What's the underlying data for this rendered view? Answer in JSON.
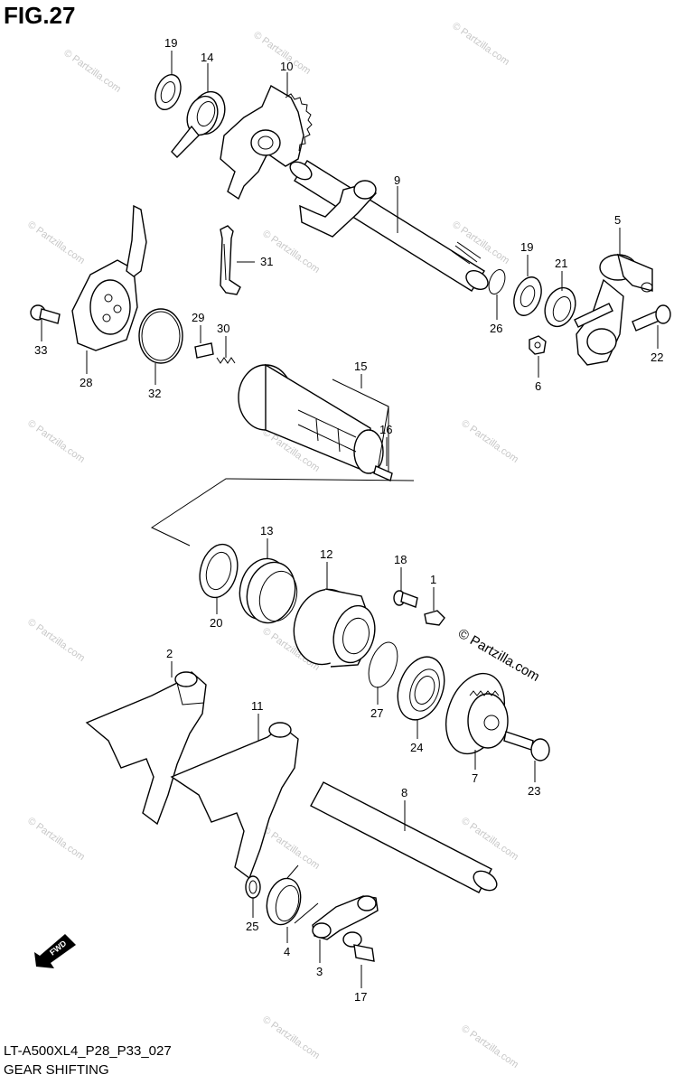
{
  "figure": {
    "title": "FIG.27",
    "code": "LT-A500XL4_P28_P33_027",
    "name": "GEAR SHIFTING"
  },
  "watermark": {
    "text": "© Partzilla.com",
    "main_text": "© Partzilla.com"
  },
  "front_arrow": {
    "label": "FWD",
    "icon": "front-arrow-icon"
  },
  "callouts": [
    "19",
    "14",
    "10",
    "9",
    "31",
    "5",
    "19",
    "21",
    "26",
    "6",
    "22",
    "33",
    "28",
    "29",
    "32",
    "30",
    "15",
    "16",
    "13",
    "12",
    "18",
    "1",
    "20",
    "2",
    "11",
    "27",
    "24",
    "7",
    "23",
    "8",
    "25",
    "4",
    "3",
    "17"
  ]
}
